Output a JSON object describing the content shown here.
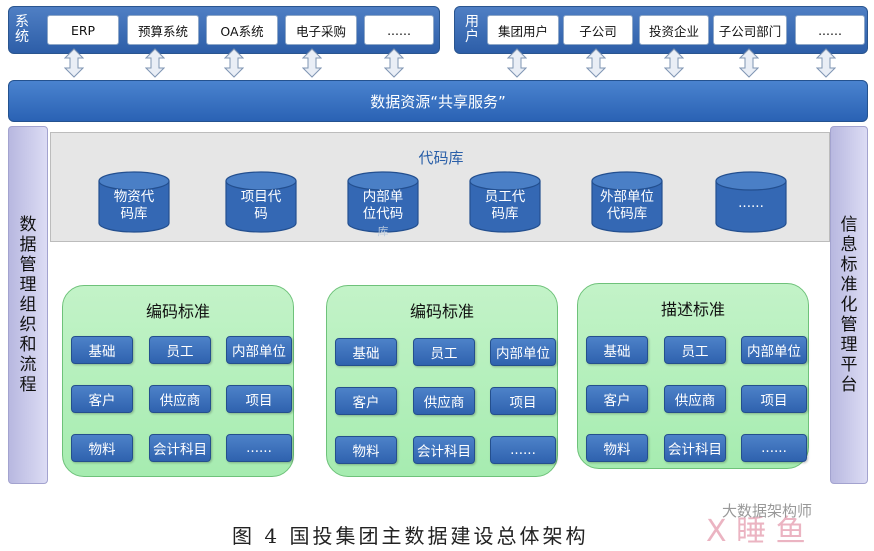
{
  "systems_panel": {
    "label": "系统",
    "items": [
      "ERP",
      "预算系统",
      "OA系统",
      "电子采购",
      "......"
    ]
  },
  "users_panel": {
    "label": "用户",
    "items": [
      "集团用户",
      "子公司",
      "投资企业",
      "子公司部门",
      "......"
    ]
  },
  "banner": {
    "text": "数据资源“共享服务”"
  },
  "left_sidebar": {
    "text": "数据管理组织和流程"
  },
  "right_sidebar": {
    "text": "信息标准化管理平台"
  },
  "code_library": {
    "title": "代码库",
    "items": [
      [
        "物资代",
        "码库"
      ],
      [
        "项目代",
        "码"
      ],
      [
        "内部单",
        "位代码",
        "库"
      ],
      [
        "员工代",
        "码库"
      ],
      [
        "外部单位",
        "代码库"
      ],
      [
        "......"
      ]
    ]
  },
  "standards": [
    {
      "title": "编码标准",
      "items": [
        "基础",
        "员工",
        "内部单位",
        "客户",
        "供应商",
        "项目",
        "物料",
        "会计科目",
        "......"
      ]
    },
    {
      "title": "编码标准",
      "items": [
        "基础",
        "员工",
        "内部单位",
        "客户",
        "供应商",
        "项目",
        "物料",
        "会计科目",
        "......"
      ]
    },
    {
      "title": "描述标准",
      "items": [
        "基础",
        "员工",
        "内部单位",
        "客户",
        "供应商",
        "项目",
        "物料",
        "会计科目",
        "......"
      ]
    }
  ],
  "caption": "图 4 国投集团主数据建设总体架构",
  "watermark": {
    "text": "大数据架构师",
    "logo": "X 睡 鱼"
  },
  "colors": {
    "blue": "#2d5ea8",
    "green": "#a6ecb0",
    "lavender": "#c9c9ec",
    "grey": "#e6e6e6"
  }
}
